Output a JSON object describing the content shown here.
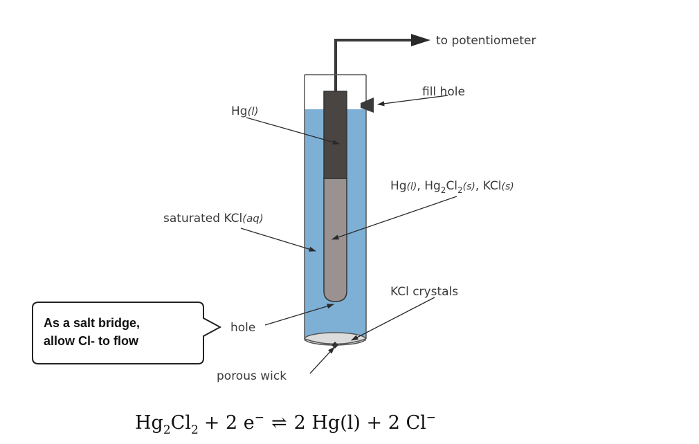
{
  "labels": {
    "to_potentiometer": "to potentiometer",
    "fill_hole": "fill hole",
    "hg_liquid": {
      "base": "Hg",
      "state": "(l)"
    },
    "paste": {
      "hg": "Hg",
      "hg_state": "(l)",
      "sep1": ", Hg",
      "sub2": "2",
      "cl": "Cl",
      "sub2b": "2",
      "cl_state": "(s)",
      "sep2": ", KCl",
      "kcl_state": "(s)"
    },
    "saturated_kcl": {
      "base": "saturated KCl",
      "state": "(aq)"
    },
    "kcl_crystals": "KCl crystals",
    "hole": "hole",
    "porous_wick": "porous wick"
  },
  "callout": {
    "line1": "As a salt bridge,",
    "line2": "allow Cl- to flow"
  },
  "equation": {
    "hg": "Hg",
    "hg_sub": "2",
    "cl": "Cl",
    "cl_sub": "2",
    "plus1": "+ 2 e",
    "minus1": "−",
    "arrow": "⇌",
    "rhs": "2 Hg(l) + 2 Cl",
    "minus2": "−"
  },
  "colors": {
    "solution": "#7eb0d6",
    "wire_top": "#4a4442",
    "paste": "#9a9290",
    "crystals": "#dddddd",
    "line": "#333333"
  }
}
